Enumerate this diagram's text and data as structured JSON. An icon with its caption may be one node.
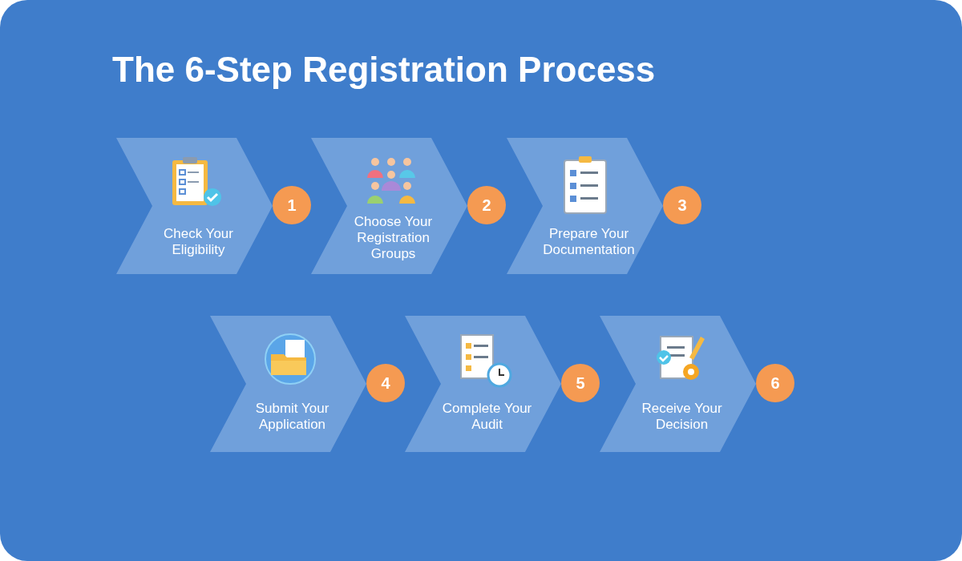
{
  "diagram": {
    "title": "The 6-Step Registration Process",
    "nodes": [
      {
        "text": [
          "Check Your Eligibility"
        ]
      },
      {
        "text": [
          "1"
        ]
      },
      {
        "text": [
          "Choose Your Registration Groups"
        ]
      },
      {
        "text": [
          "2"
        ]
      },
      {
        "text": [
          "Prepare Your Documentation"
        ]
      },
      {
        "text": [
          "3"
        ]
      },
      {
        "text": [
          "Submit Your Application"
        ]
      },
      {
        "text": [
          "4"
        ]
      },
      {
        "text": [
          "Complete Your Audit"
        ]
      },
      {
        "text": [
          "5"
        ]
      },
      {
        "text": [
          "Receive Your Decision"
        ]
      },
      {
        "text": [
          "6"
        ]
      }
    ]
  }
}
